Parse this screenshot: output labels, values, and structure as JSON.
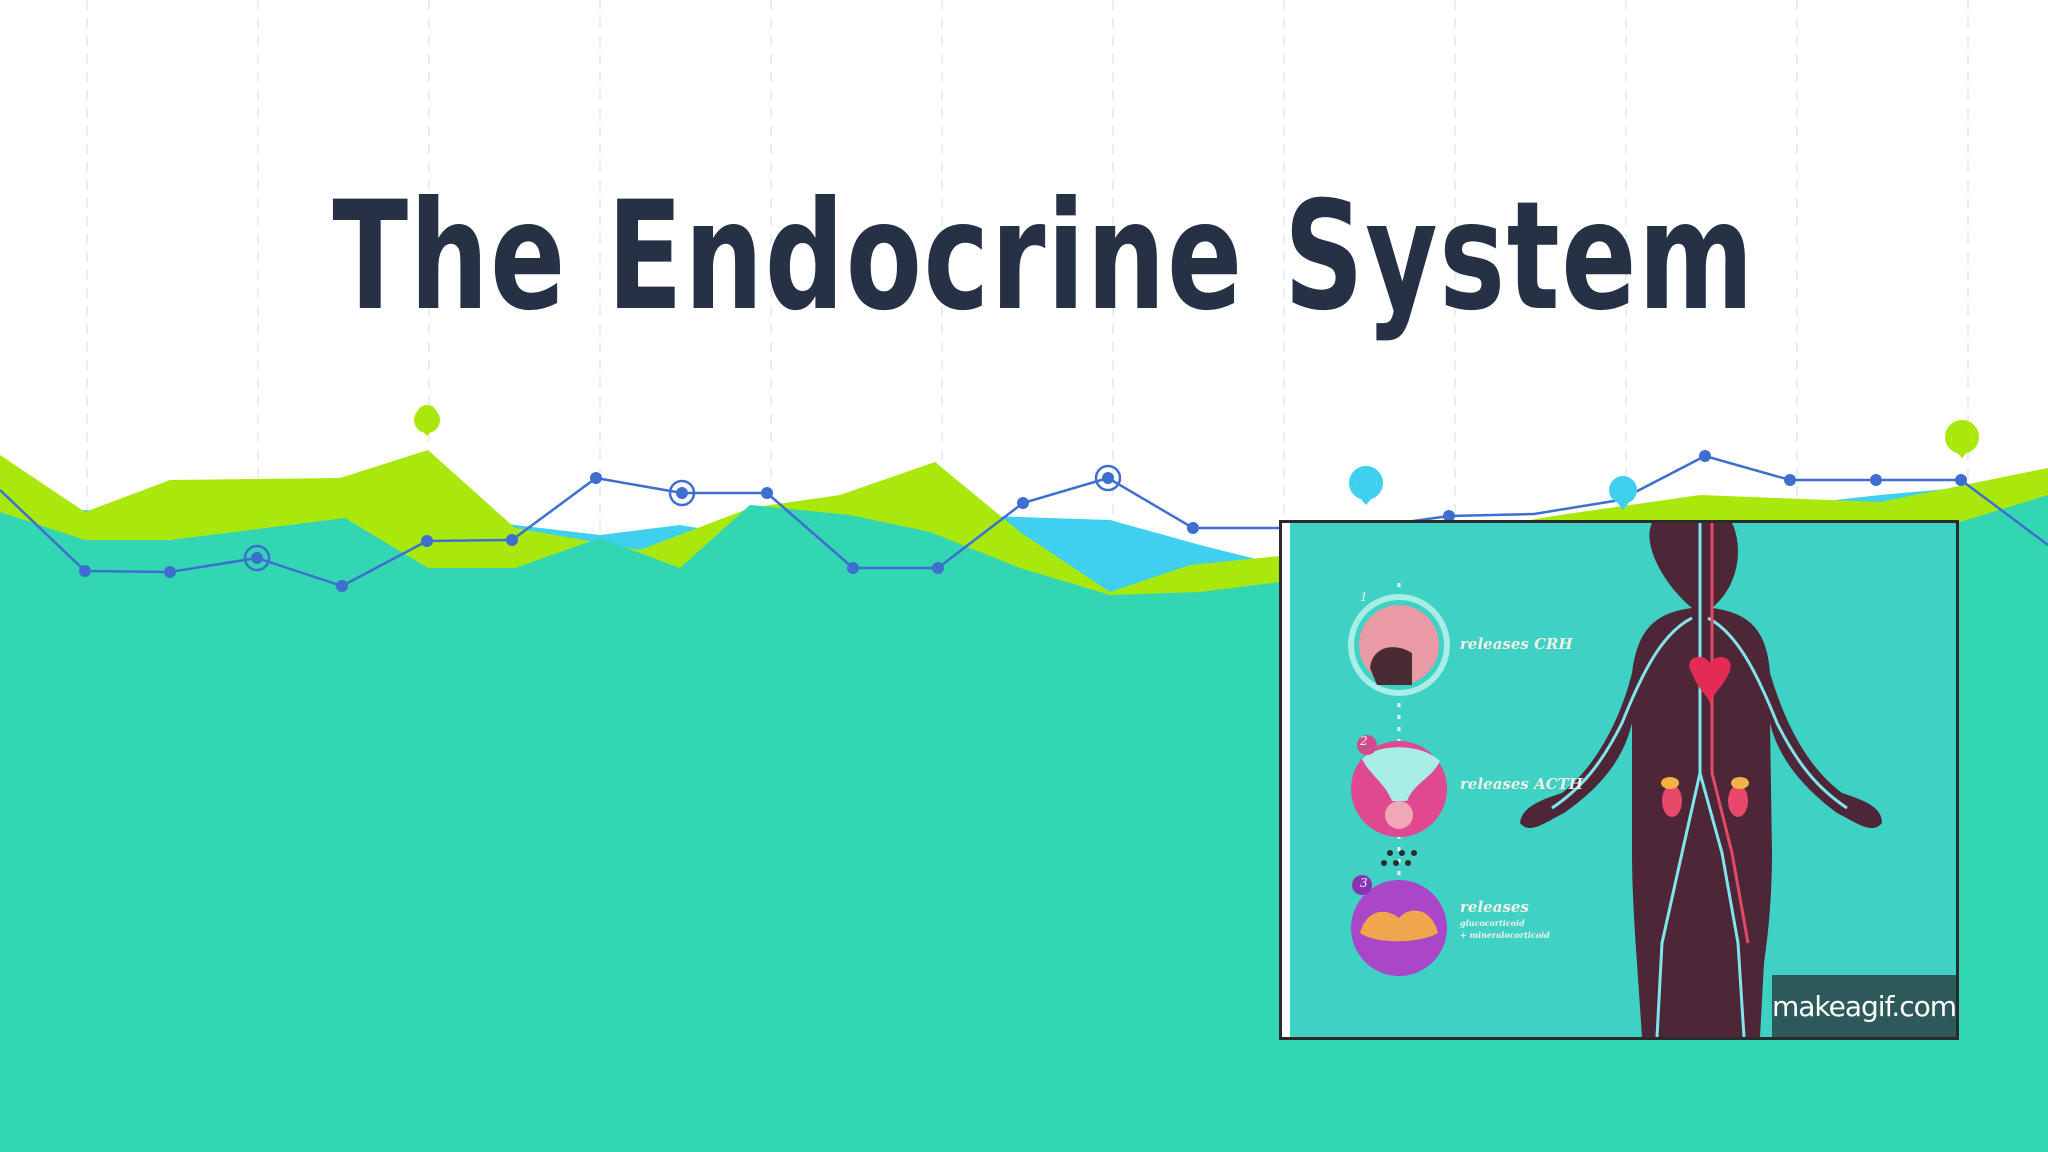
{
  "slide": {
    "title": "The Endocrine System"
  },
  "image": {
    "labels": {
      "step1": "releases CRH",
      "step2": "releases ACTH",
      "step3": "releases",
      "step3_sub1": "glucocorticoid",
      "step3_sub2": "+ mineralocorticoid"
    },
    "step_numbers": [
      "1",
      "2",
      "3"
    ],
    "watermark": "makeagif.com"
  },
  "colors": {
    "title": "#273146",
    "teal": "#33d6b3",
    "lime": "#a9e80c",
    "sky": "#3fd0ef",
    "line": "#3e6fd0"
  },
  "icons": {
    "markers": [
      "map-pin-icon",
      "target-ring-icon"
    ]
  }
}
